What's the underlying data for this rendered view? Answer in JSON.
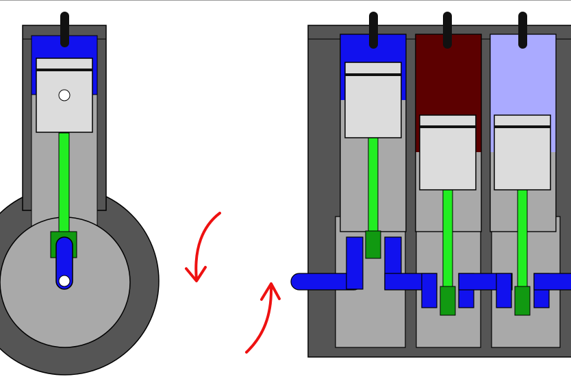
{
  "diagram": {
    "subject": "",
    "views": [
      {
        "id": "side",
        "cylinders": 1
      },
      {
        "id": "front",
        "cylinders": 3
      }
    ],
    "rotation_arrows": 2
  },
  "colors": {
    "background": "#ffffff",
    "block": "#555555",
    "cylinder_bore": "#a9a9a9",
    "piston": "#dcdcdc",
    "piston_ring": "#111111",
    "rod": "#22ee22",
    "rod_bearing": "#119911",
    "crankshaft": "#1111ee",
    "charge_intake": "#1111ee",
    "charge_combustion": "#5c0000",
    "charge_exhaust": "#aaaaff",
    "spark_plug": "#111111",
    "arrow": "#ee1111",
    "flywheel_outer": "#555555",
    "flywheel_inner": "#a9a9a9",
    "outline": "#000000"
  },
  "icons": [
    "spark-plug-icon",
    "rotation-arrow-icon"
  ]
}
